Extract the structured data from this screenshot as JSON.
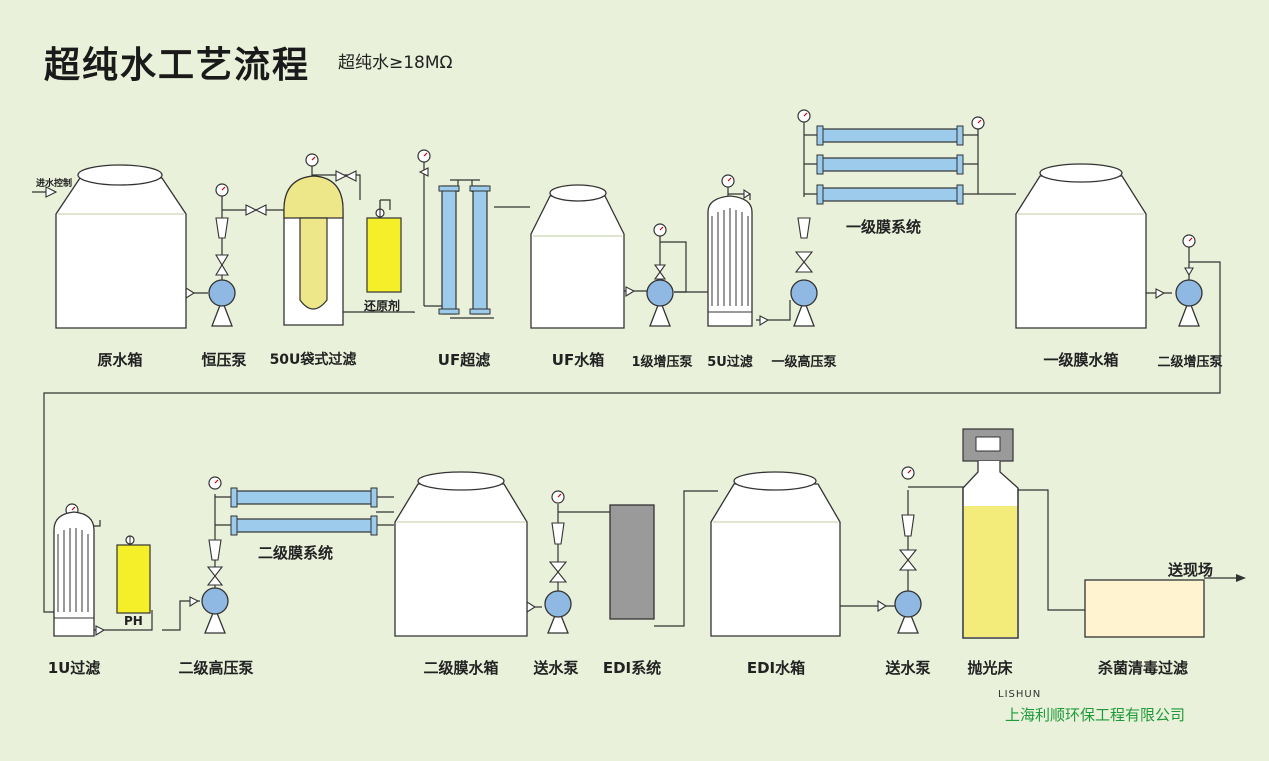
{
  "header": {
    "title": "超纯水工艺流程",
    "subtitle": "超纯水≥18MΩ"
  },
  "labels": {
    "raw_tank": "原水箱",
    "const_pump": "恒压泵",
    "bag_filter": "50U袋式过滤",
    "uf": "UF超滤",
    "uf_tank": "UF水箱",
    "booster1": "1级增压泵",
    "filter5u": "5U过滤",
    "hp1": "一级高压泵",
    "tank1": "一级膜水箱",
    "booster2": "二级增压泵",
    "filter1u": "1U过滤",
    "hp2": "二级高压泵",
    "tank2": "二级膜水箱",
    "feed_pump1": "送水泵",
    "edi": "EDI系统",
    "edi_tank": "EDI水箱",
    "feed_pump2": "送水泵",
    "polish": "抛光床",
    "sterile": "杀菌清毒过滤"
  },
  "tags": {
    "inlet": "进水控制",
    "reducer": "还原剂",
    "membrane1": "一级膜系统",
    "membrane2": "二级膜系统",
    "ph": "PH",
    "to_site": "送现场"
  },
  "footer": {
    "brand": "LISHUN",
    "company": "上海利顺环保工程有限公司"
  },
  "colors": {
    "background": "#e9f1da",
    "pump": "#8fb9e3",
    "membrane": "#9ccbec",
    "dosing": "#f5ef2a",
    "bag": "#eee78a",
    "edi": "#9a9a9a",
    "polish": "#f3ec7a",
    "sterile": "#fff3d0",
    "company": "#1f9a3a"
  }
}
